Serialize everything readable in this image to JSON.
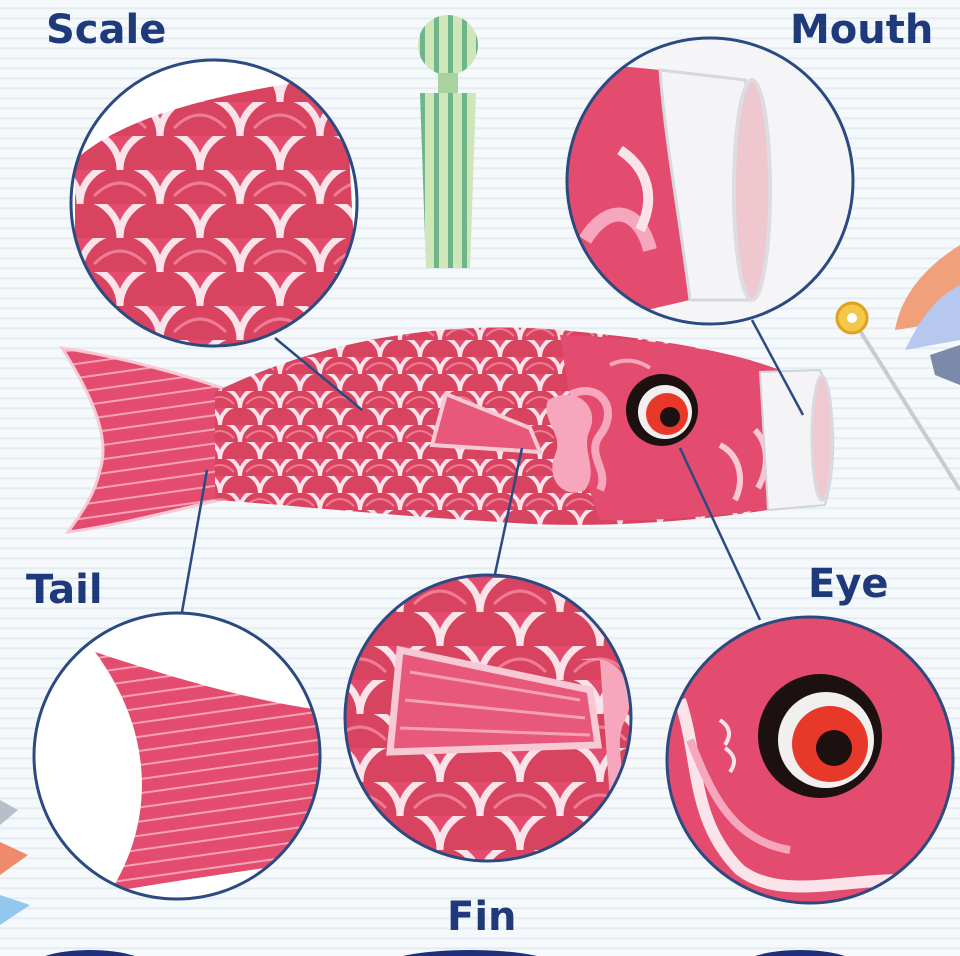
{
  "labels": {
    "scale": "Scale",
    "mouth": "Mouth",
    "tail": "Tail",
    "eye": "Eye",
    "fin": "Fin"
  },
  "colors": {
    "fish_body": "#e34c6e",
    "fish_dark": "#d03a5c",
    "scale_outline": "#fbe3ea",
    "fin_pink": "#f7a7bd",
    "eye_black": "#1c1010",
    "eye_red": "#e8382a",
    "callout_line": "#2c4a82",
    "label_blue": "#1f3a7a",
    "mouth_ring": "#f4f4f6"
  },
  "icons": {
    "ornament": "striped-ornament-icon",
    "pinwheel": "pinwheel-icon"
  }
}
